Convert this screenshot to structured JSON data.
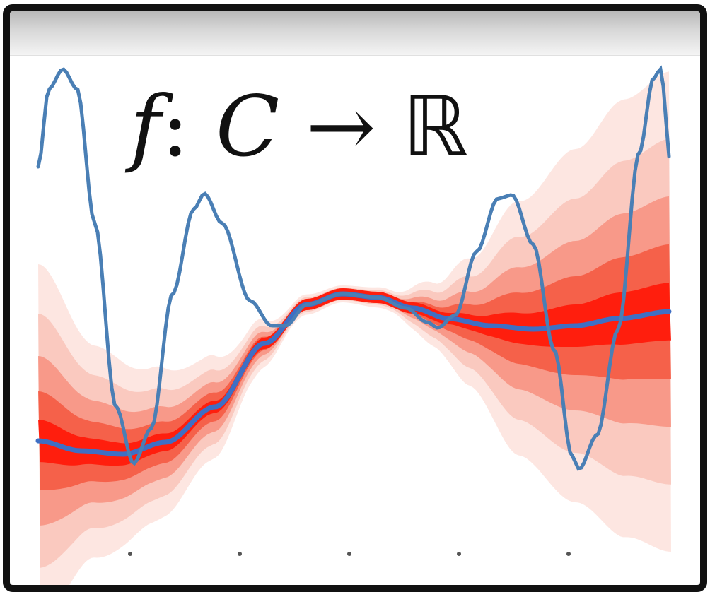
{
  "formula": {
    "f": "f",
    "colon": ":",
    "domain": "C",
    "arrow": "→",
    "codomain": "ℝ"
  },
  "chart_data": {
    "type": "line",
    "title": "",
    "xlabel": "",
    "ylabel": "",
    "series": [
      {
        "role": "true-function",
        "color": "#4a7fb5"
      },
      {
        "role": "posterior-mean",
        "color": "#3f6fc4"
      }
    ],
    "band_colors": [
      "#ff1a0a",
      "#f5573f",
      "#f7917f",
      "#f9c3b8",
      "#fde2dc"
    ],
    "x_ticks_count": 5,
    "grid": false
  }
}
